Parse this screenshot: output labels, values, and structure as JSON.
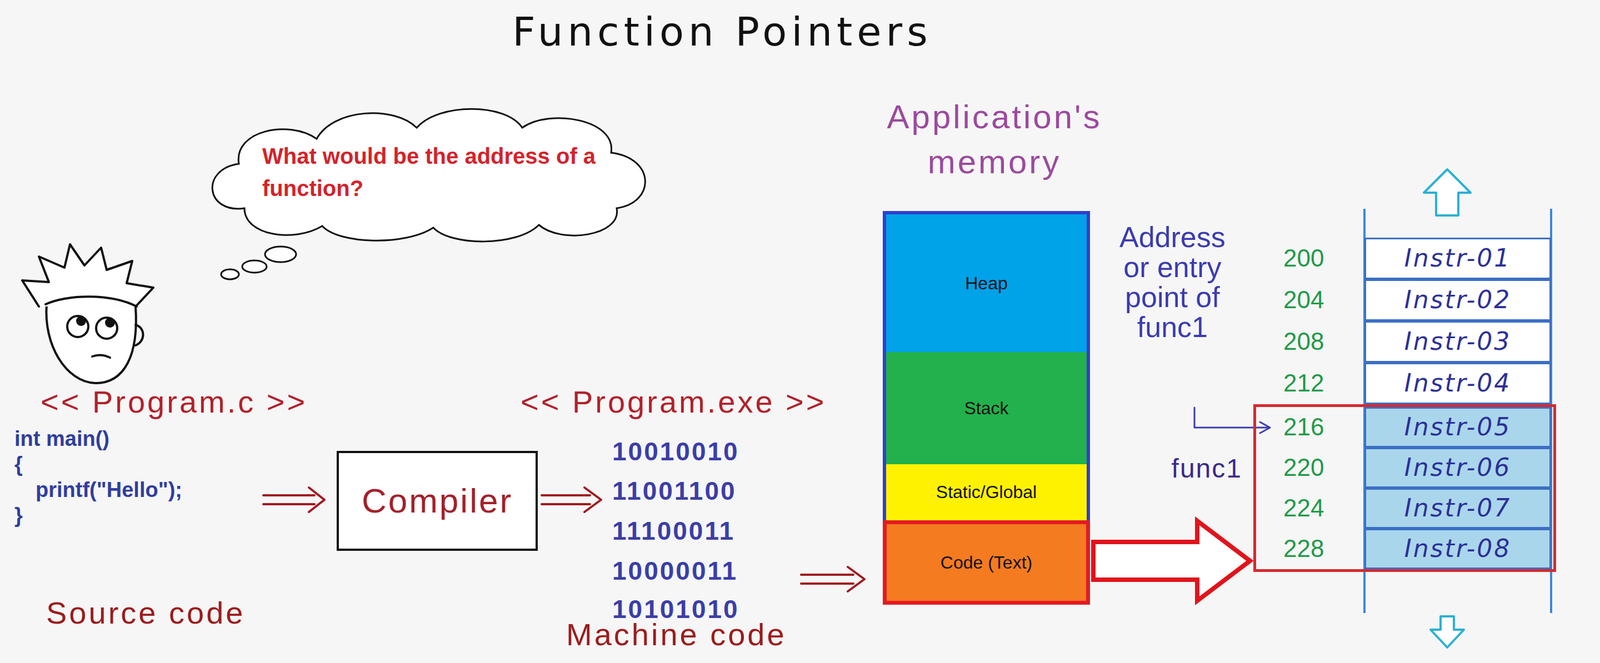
{
  "diagram": {
    "title": "Function Pointers",
    "nodes": [
      {
        "text": [
          "What would be the address of a function?"
        ]
      },
      {
        "text": [
          "Compiler"
        ]
      },
      {
        "text": [
          "Application's memory"
        ]
      },
      {
        "text": [
          "Heap"
        ],
        "in": 2
      },
      {
        "text": [
          "Stack"
        ],
        "in": 2
      },
      {
        "text": [
          "Static/Global"
        ],
        "in": 2
      },
      {
        "text": [
          "Code (Text)"
        ],
        "in": 2
      },
      {
        "text": [
          "Instr-01"
        ]
      },
      {
        "text": [
          "Instr-02"
        ]
      },
      {
        "text": [
          "Instr-03"
        ]
      },
      {
        "text": [
          "Instr-04"
        ]
      },
      {
        "text": [
          "func1"
        ]
      },
      {
        "text": [
          "Instr-05"
        ],
        "in": 11
      },
      {
        "text": [
          "Instr-06"
        ],
        "in": 11
      },
      {
        "text": [
          "Instr-07"
        ],
        "in": 11
      },
      {
        "text": [
          "Instr-08"
        ],
        "in": 11
      }
    ],
    "edges": [
      {
        "from": 6,
        "to": 11,
        "arrow": "to"
      }
    ],
    "labels": [
      "<< Program.c >>",
      "int main()",
      "{",
      "printf(\"Hello\");",
      "}",
      "Source code",
      "<< Program.exe >>",
      "10010010",
      "11001100",
      "11100011",
      "10000011",
      "10101010",
      "Machine code",
      "Address or entry point of func1",
      "200",
      "204",
      "208",
      "212",
      "216",
      "220",
      "224",
      "228"
    ]
  }
}
